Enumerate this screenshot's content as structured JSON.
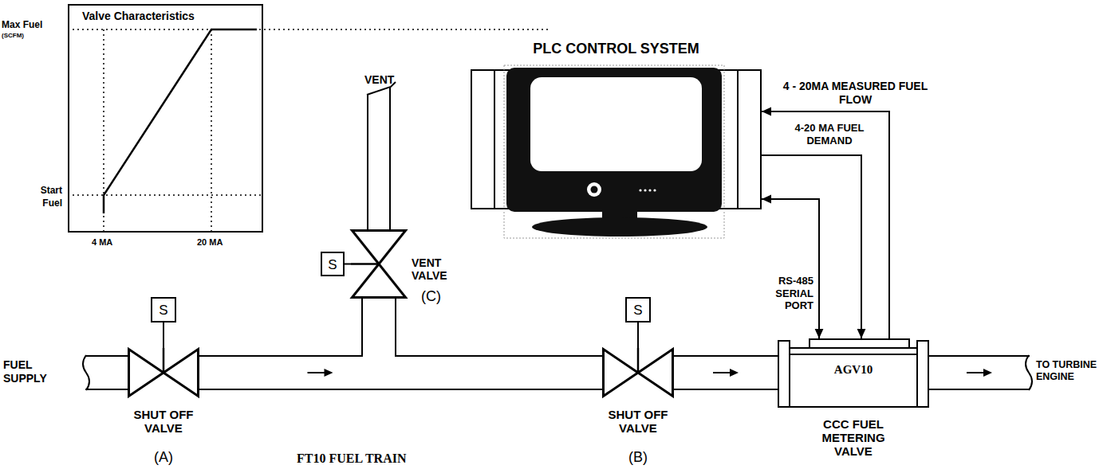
{
  "diagram": {
    "title": "FT10 FUEL TRAIN",
    "nodes": [
      {
        "text": [
          "Valve Characteristics"
        ]
      },
      {
        "text": [
          "PLC CONTROL SYSTEM"
        ]
      },
      {
        "text": [
          "S"
        ]
      },
      {
        "text": [
          "VENT VALVE",
          "(C)"
        ]
      },
      {
        "text": [
          "S"
        ]
      },
      {
        "text": [
          "SHUT OFF VALVE",
          "(A)"
        ]
      },
      {
        "text": [
          "S"
        ]
      },
      {
        "text": [
          "SHUT OFF VALVE",
          "(B)"
        ]
      },
      {
        "text": [
          "AGV10",
          "CCC FUEL METERING VALVE"
        ]
      }
    ],
    "edges": [
      {
        "from": 5,
        "to": 7,
        "arrow": "to"
      },
      {
        "from": 5,
        "to": 3,
        "arrow": "none"
      },
      {
        "from": 2,
        "to": 3,
        "arrow": "none"
      },
      {
        "from": 4,
        "to": 5,
        "arrow": "none"
      },
      {
        "from": 6,
        "to": 7,
        "arrow": "none"
      },
      {
        "from": 7,
        "to": 8,
        "arrow": "to"
      },
      {
        "from": 8,
        "to": 1,
        "label": "4 - 20MA MEASURED FUEL FLOW",
        "arrow": "to"
      },
      {
        "from": 1,
        "to": 8,
        "label": "4-20 MA FUEL DEMAND",
        "arrow": "to"
      },
      {
        "from": 8,
        "to": 1,
        "label": "RS-485 SERIAL PORT",
        "arrow": "both"
      }
    ],
    "labels": [
      "Max Fuel",
      "(SCFM)",
      "Start Fuel",
      "4 MA",
      "20 MA",
      "VENT",
      "FUEL SUPPLY",
      "TO TURBINE ENGINE"
    ]
  }
}
